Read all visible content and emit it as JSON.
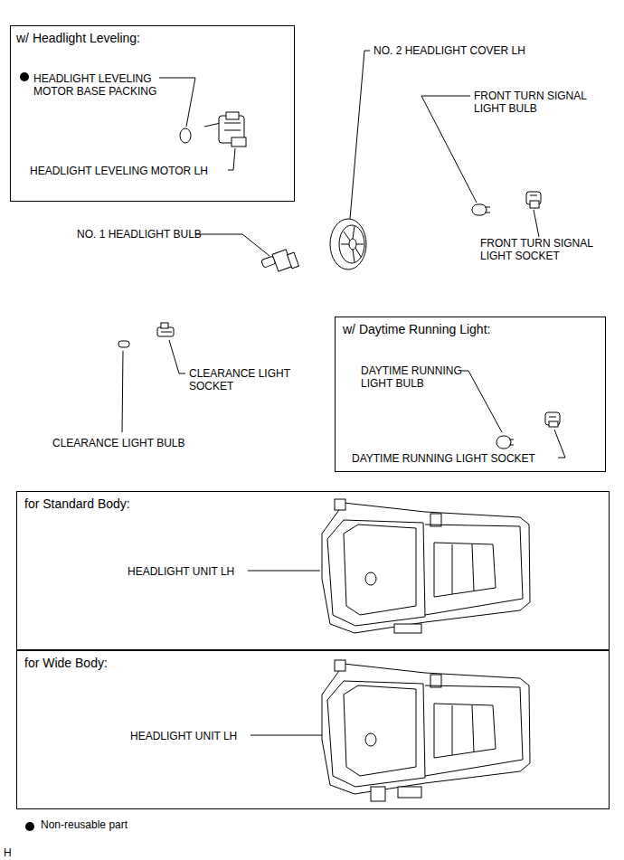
{
  "diagram": {
    "nodes": [
      {
        "text": [
          "w/ Headlight Leveling:",
          "HEADLIGHT LEVELING MOTOR BASE PACKING",
          "HEADLIGHT LEVELING MOTOR LH"
        ]
      },
      {
        "text": [
          "w/ Daytime Running Light:",
          "DAYTIME RUNNING LIGHT BULB",
          "DAYTIME RUNNING LIGHT SOCKET"
        ]
      },
      {
        "text": [
          "for Standard Body:",
          "HEADLIGHT UNIT LH"
        ]
      },
      {
        "text": [
          "for Wide Body:",
          "HEADLIGHT UNIT LH"
        ]
      }
    ],
    "labels": [
      "NO. 2 HEADLIGHT COVER LH",
      "FRONT TURN SIGNAL LIGHT BULB",
      "FRONT TURN SIGNAL LIGHT SOCKET",
      "NO. 1 HEADLIGHT BULB",
      "CLEARANCE LIGHT SOCKET",
      "CLEARANCE LIGHT BULB",
      "H"
    ],
    "legend": [
      {
        "text": "Non-reusable part"
      }
    ]
  }
}
